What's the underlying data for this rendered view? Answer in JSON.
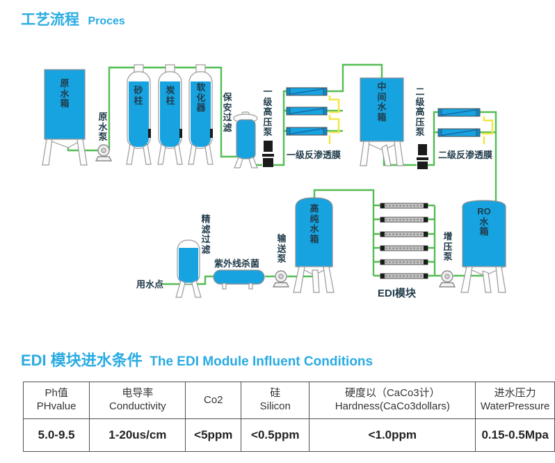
{
  "titles": {
    "process_cn": "工艺流程",
    "process_en": "Proces",
    "edi_cn": "EDI 模块进水条件",
    "edi_en": "The EDI Module Influent Conditions"
  },
  "colors": {
    "accent_cyan": "#29abe2",
    "tank_blue": "#17a3e0",
    "pipe_green": "#52bd52",
    "pipe_yellow": "#f2e74b"
  },
  "diagram": {
    "equipment": {
      "raw_water_tank": "原\n水\n箱",
      "raw_water_pump": "原\n水\n泵",
      "sand_column": "砂\n柱",
      "carbon_column": "炭\n柱",
      "softener": "软\n化\n器",
      "security_filter": "保\n安\n过\n滤",
      "stage1_hp_pump": "一\n级\n高\n压\n泵",
      "stage1_ro_membrane": "一级反渗透膜",
      "intermediate_tank": "中\n间\n水\n箱",
      "stage2_hp_pump": "二\n级\n高\n压\n泵",
      "stage2_ro_membrane": "二级反渗透膜",
      "water_use_point": "用水点",
      "fine_filter": "精\n滤\n过\n滤",
      "uv_sterilizer": "紫外线杀菌",
      "transfer_pump": "输\n送\n泵",
      "pure_water_tank": "高\n纯\n水\n箱",
      "edi_module": "EDI模块",
      "booster_pump": "增\n压\n泵",
      "ro_tank": "RO\n水\n箱"
    }
  },
  "table": {
    "columns": [
      {
        "header_cn": "Ph值",
        "header_en": "PHvalue",
        "value": "5.0-9.5"
      },
      {
        "header_cn": "电导率",
        "header_en": "Conductivity",
        "value": "1-20us/cm"
      },
      {
        "header_cn": "Co2",
        "header_en": "",
        "value": "<5ppm"
      },
      {
        "header_cn": "硅",
        "header_en": "Silicon",
        "value": "<0.5ppm"
      },
      {
        "header_cn": "硬度以（CaCo3计）",
        "header_en": "Hardness(CaCo3dollars)",
        "value": "<1.0ppm"
      },
      {
        "header_cn": "进水压力",
        "header_en": "WaterPressure",
        "value": "0.15-0.5Mpa"
      }
    ]
  }
}
